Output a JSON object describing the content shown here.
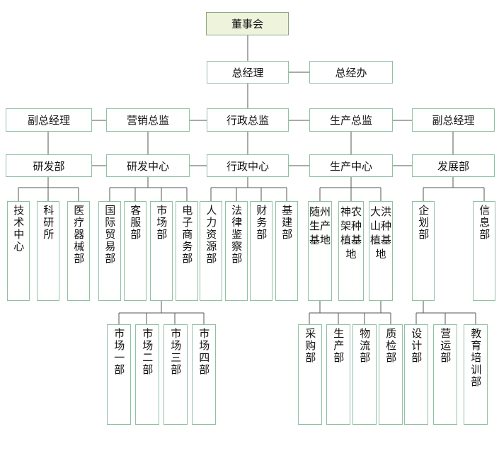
{
  "chart_data": {
    "type": "org-chart",
    "nodes": {
      "board": "董事会",
      "gm": "总经理",
      "gm_office": "总经办",
      "vgm_left": "副总经理",
      "marketing_dir": "营销总监",
      "admin_dir": "行政总监",
      "production_dir": "生产总监",
      "vgm_right": "副总经理",
      "rd_dept": "研发部",
      "rd_center": "研发中心",
      "admin_center": "行政中心",
      "production_center": "生产中心",
      "dev_dept": "发展部",
      "tech_center": "技术中心",
      "research_office": "科研所",
      "medical_dept": "医疗器械部",
      "intl_trade": "国际贸易部",
      "customer_service": "客服部",
      "market_dept": "市场部",
      "ecommerce": "电子商务部",
      "hr": "人力资源部",
      "legal": "法律鉴察部",
      "finance": "财务部",
      "infrastructure": "基建部",
      "suizhou_base": "随州生产基地",
      "shennongjia_base": "神农架种植基地",
      "dahongshan_base": "大洪山种植基地",
      "planning": "企划部",
      "information": "信息部",
      "market1": "市场一部",
      "market2": "市场二部",
      "market3": "市场三部",
      "market4": "市场四部",
      "purchasing": "采购部",
      "production": "生产部",
      "logistics": "物流部",
      "quality": "质检部",
      "design": "设计部",
      "operations": "营运部",
      "training": "教育培训部"
    }
  }
}
